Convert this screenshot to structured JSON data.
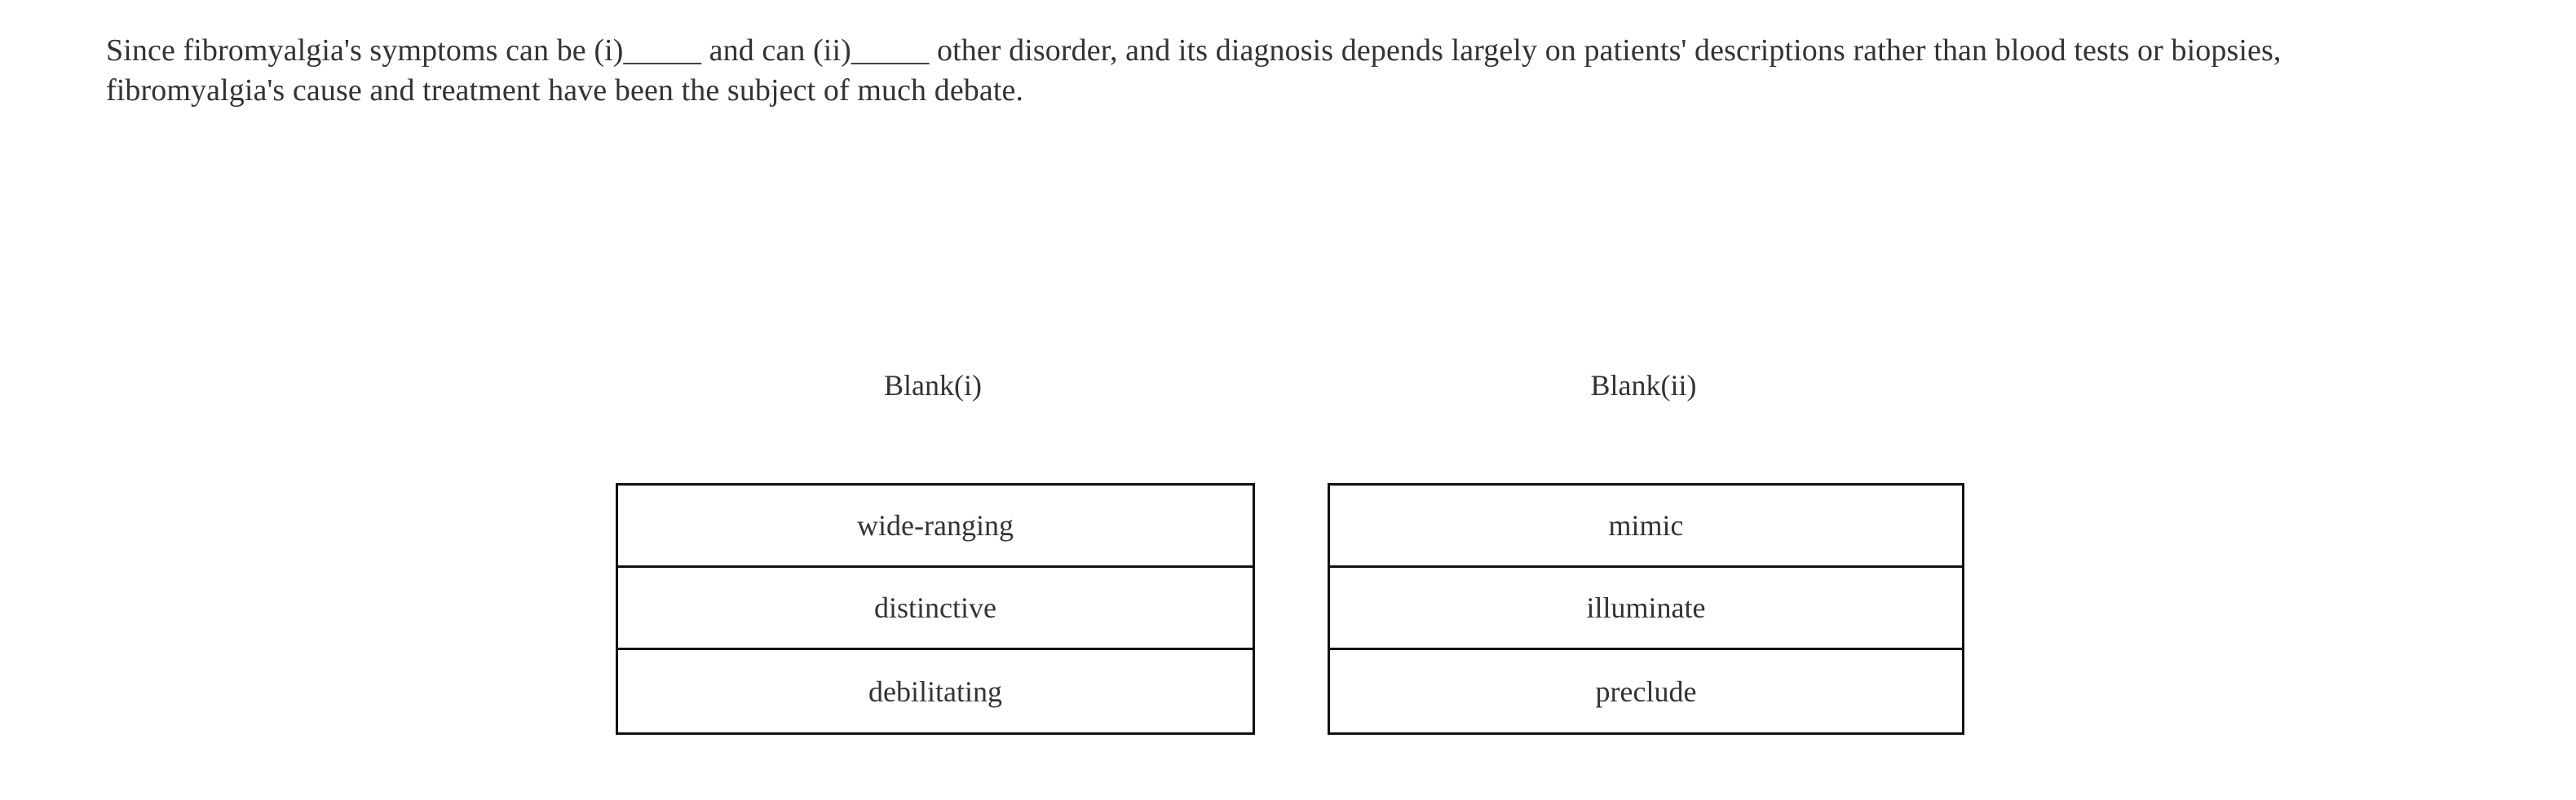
{
  "question": {
    "text_part_1": "Since fibromyalgia's symptoms can be (i)",
    "blank_1_marker": "_____",
    "text_part_2": " and can (ii)",
    "blank_2_marker": "_____",
    "text_part_3": " other disorder, and its diagnosis depends largely on patients' descriptions rather than blood tests or biopsies, fibromyalgia's cause and treatment have been the subject of much debate.",
    "full_text": "Since fibromyalgia's symptoms can be (i)_____ and can (ii)_____ other disorder, and its diagnosis depends largely on patients' descriptions rather than blood tests or biopsies, fibromyalgia's cause and treatment have been the subject of much debate."
  },
  "answer_columns": [
    {
      "header": "Blank(i)",
      "options": [
        {
          "label": "wide-ranging"
        },
        {
          "label": "distinctive"
        },
        {
          "label": "debilitating"
        }
      ]
    },
    {
      "header": "Blank(ii)",
      "options": [
        {
          "label": "mimic"
        },
        {
          "label": "illuminate"
        },
        {
          "label": "preclude"
        }
      ]
    }
  ],
  "colors": {
    "background": "#ffffff",
    "text": "#333333",
    "table_border": "#111111"
  }
}
